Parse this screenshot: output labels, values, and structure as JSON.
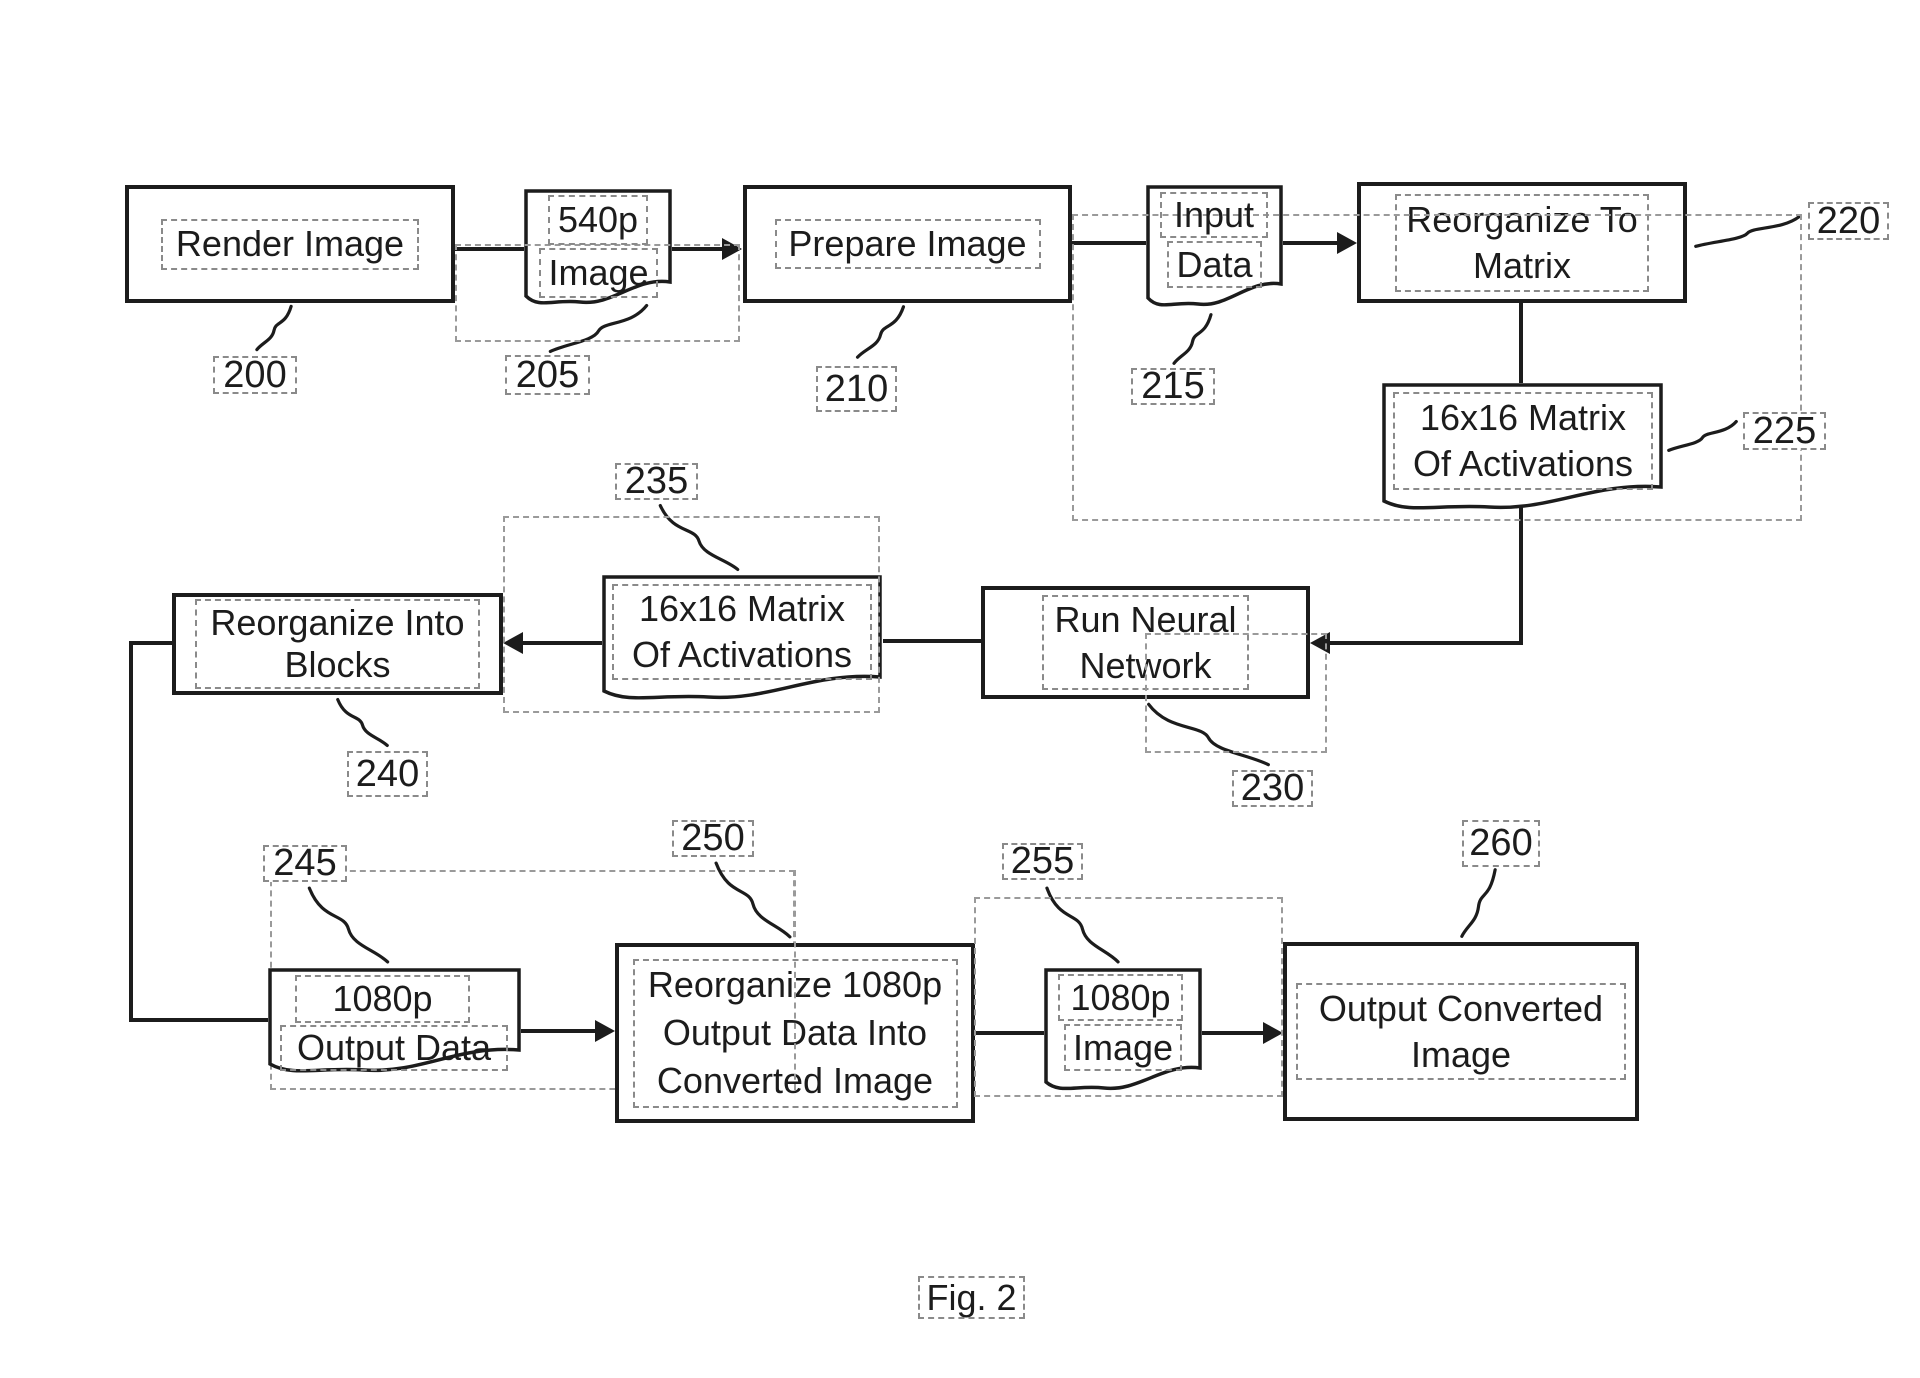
{
  "figure": {
    "caption": "Fig. 2"
  },
  "colors": {
    "ink": "#1c1c1c",
    "dash_gray": "#8a8a8a",
    "background": "#ffffff"
  },
  "nodes": {
    "render_image": {
      "label": "Render Image",
      "ref": "200"
    },
    "image_540p": {
      "line1": "540p",
      "line2": "Image",
      "ref": "205"
    },
    "prepare_image": {
      "label": "Prepare Image",
      "ref": "210"
    },
    "input_data": {
      "line1": "Input",
      "line2": "Data",
      "ref": "215"
    },
    "reorganize_to_matrix": {
      "line1": "Reorganize To",
      "line2": "Matrix",
      "ref": "220"
    },
    "matrix_activations_225": {
      "line1": "16x16 Matrix",
      "line2": "Of Activations",
      "ref": "225"
    },
    "run_neural_network": {
      "line1": "Run Neural",
      "line2": "Network",
      "ref": "230"
    },
    "matrix_activations_235": {
      "line1": "16x16 Matrix",
      "line2": "Of Activations",
      "ref": "235"
    },
    "reorganize_into_blocks": {
      "line1": "Reorganize Into",
      "line2": "Blocks",
      "ref": "240"
    },
    "output_data_1080p": {
      "line1": "1080p",
      "line2": "Output Data",
      "ref": "245"
    },
    "reorganize_1080p": {
      "line1": "Reorganize 1080p",
      "line2": "Output Data Into",
      "line3": "Converted Image",
      "ref": "250"
    },
    "image_1080p": {
      "line1": "1080p",
      "line2": "Image",
      "ref": "255"
    },
    "output_converted_image": {
      "line1": "Output Converted",
      "line2": "Image",
      "ref": "260"
    }
  }
}
